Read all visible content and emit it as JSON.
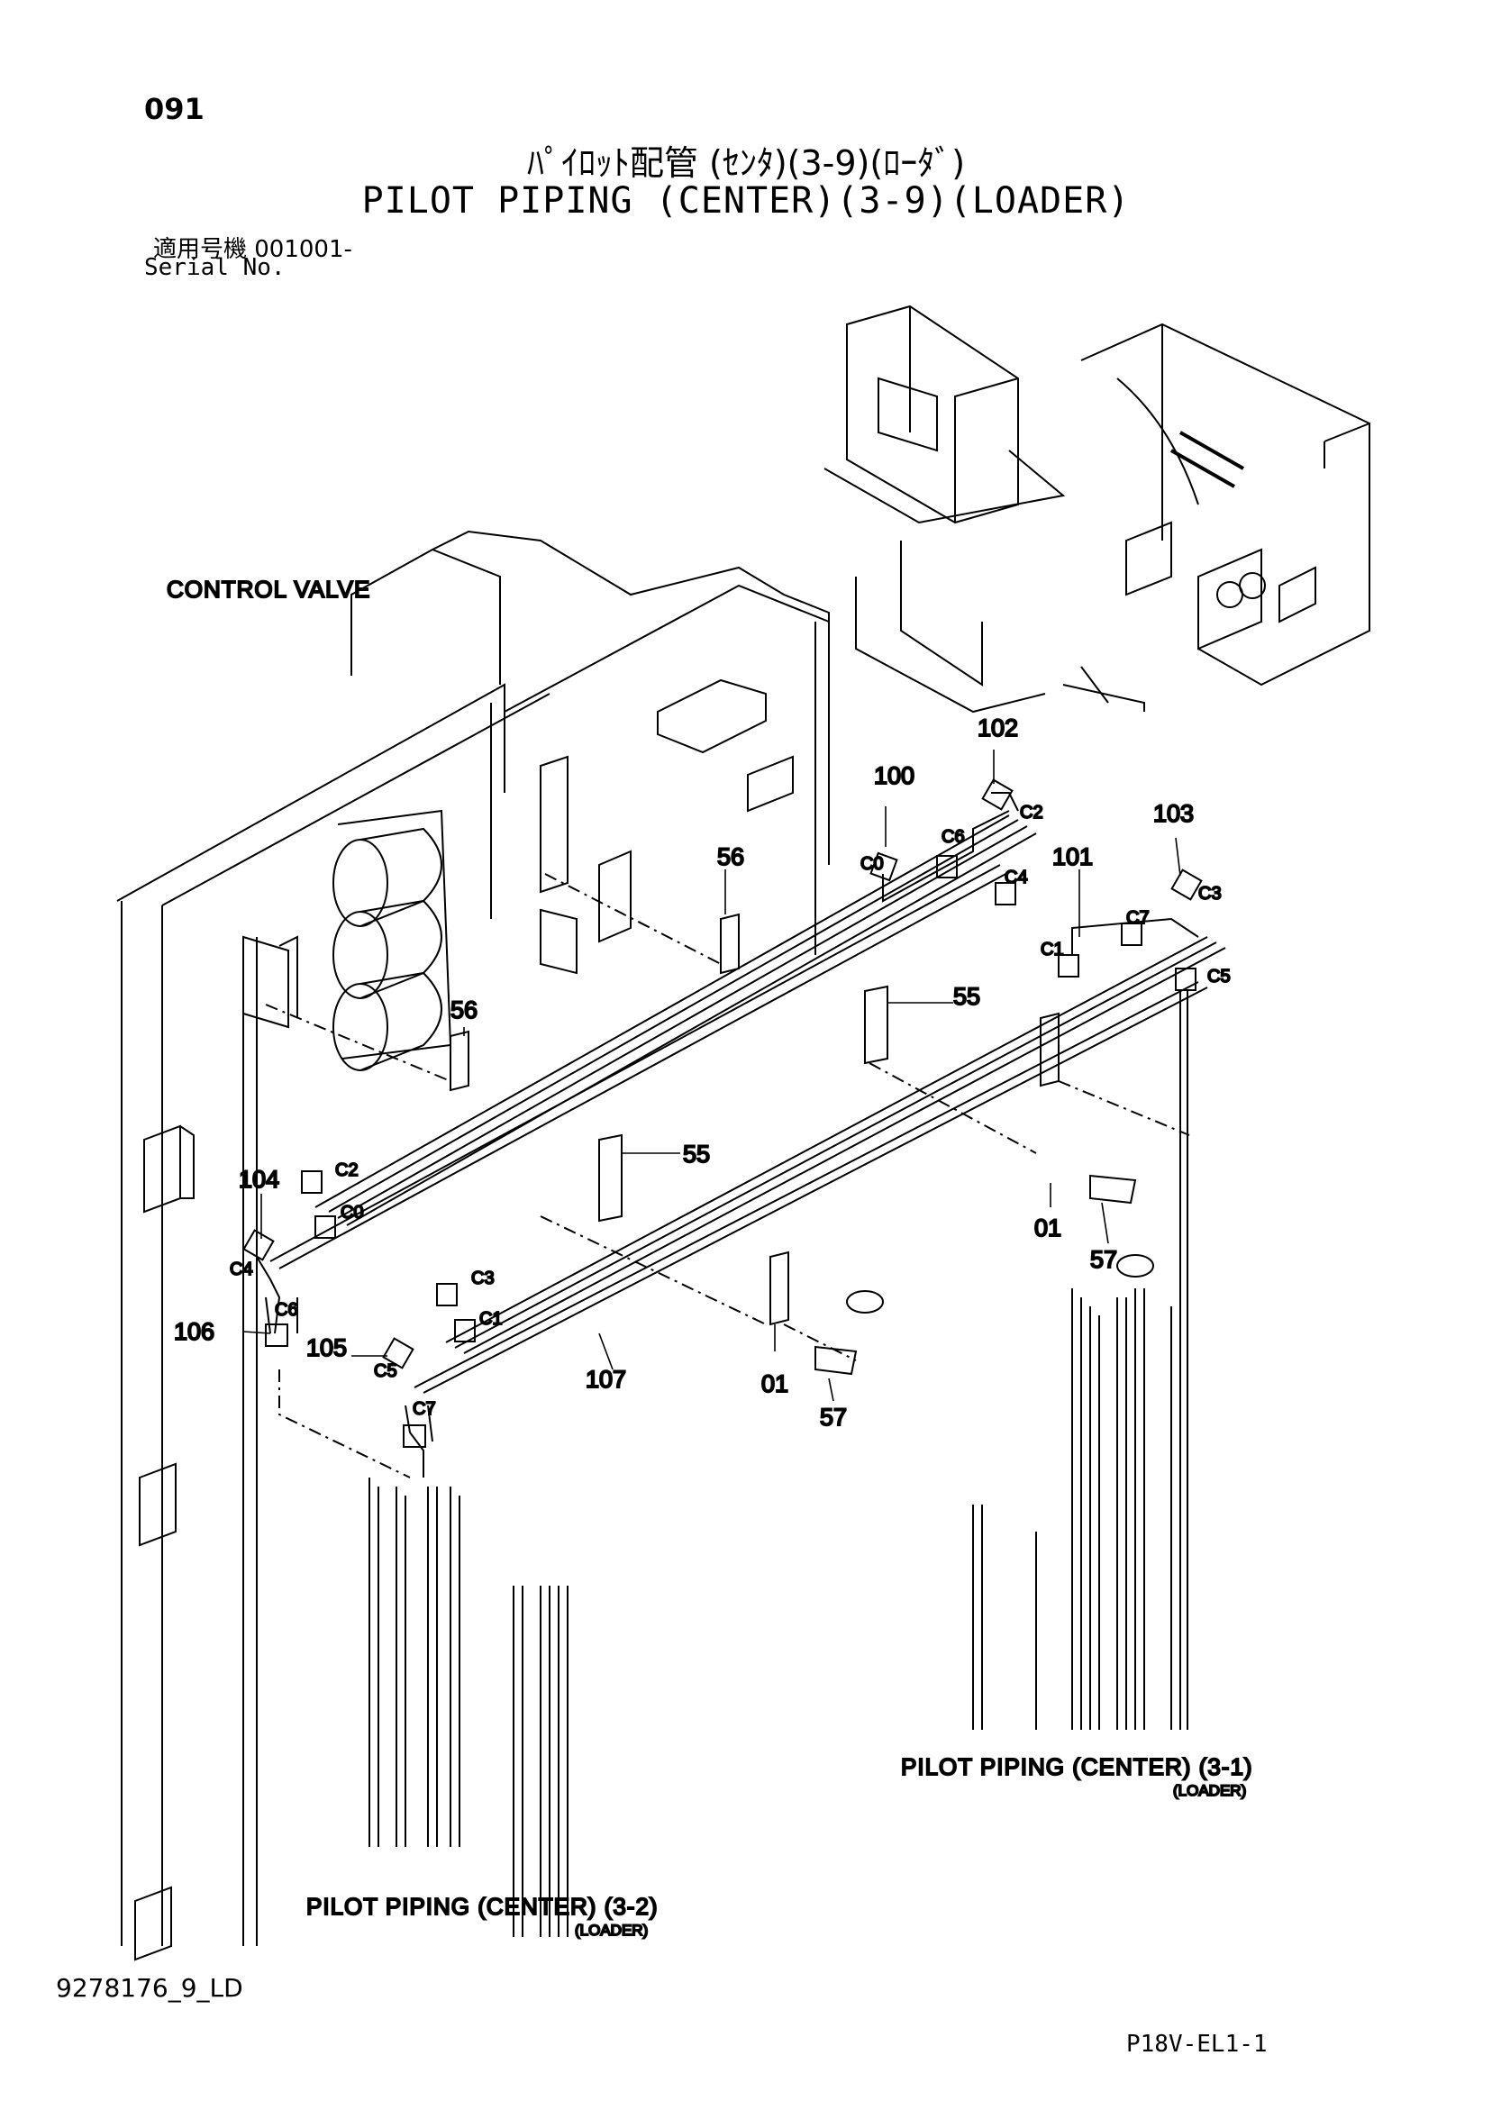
{
  "header": {
    "page_number": "091",
    "title_jp": "ﾊﾟｲﾛｯﾄ配管 (ｾﾝﾀ)(3-9)(ﾛｰﾀﾞ)",
    "title_en": "PILOT PIPING (CENTER)(3-9)(LOADER)",
    "serial_jp": "適用号機 001001-",
    "serial_en": "Serial No."
  },
  "labels": {
    "control_valve": "CONTROL VALVE",
    "ref_3_1": "PILOT PIPING (CENTER) (3-1)",
    "ref_3_1_sub": "(LOADER)",
    "ref_3_2": "PILOT PIPING (CENTER) (3-2)",
    "ref_3_2_sub": "(LOADER)"
  },
  "callouts": {
    "p100": "100",
    "p101": "101",
    "p102": "102",
    "p103": "103",
    "p104": "104",
    "p105": "105",
    "p106": "106",
    "p107": "107",
    "p55a": "55",
    "p55b": "55",
    "p56a": "56",
    "p56b": "56",
    "p57a": "57",
    "p57b": "57",
    "p01a": "01",
    "p01b": "01"
  },
  "connectors": {
    "c0_top": "C0",
    "c6_top": "C6",
    "c4_top": "C4",
    "c2_top": "C2",
    "c1_top": "C1",
    "c7_top": "C7",
    "c3_top": "C3",
    "c5_top": "C5",
    "c2_left": "C2",
    "c0_left": "C0",
    "c4_left": "C4",
    "c6_left": "C6",
    "c3_low": "C3",
    "c1_low": "C1",
    "c5_low": "C5",
    "c7_low": "C7"
  },
  "footer": {
    "drawing_number": "9278176_9_LD",
    "sheet_code": "P18V-EL1-1"
  }
}
